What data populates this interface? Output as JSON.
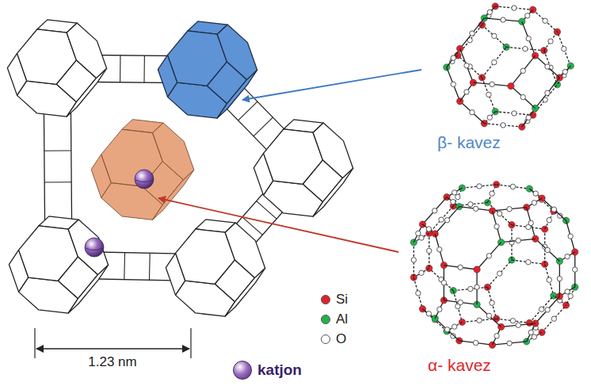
{
  "diagram": {
    "labels": [
      "β- kavez",
      "α- kavez",
      "1.23 nm"
    ],
    "legend": [
      {
        "text": "Si",
        "color": "#e0202a"
      },
      {
        "text": "Al",
        "color": "#22b24c"
      },
      {
        "text": "O",
        "color": "#ffffff"
      },
      {
        "text": "katjon",
        "color": "#9a6cc0"
      }
    ]
  }
}
